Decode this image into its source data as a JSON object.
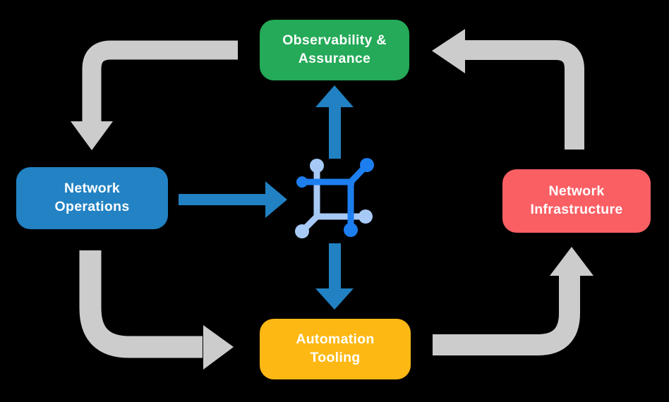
{
  "canvas": {
    "background": "#000000"
  },
  "nodes": {
    "observability": {
      "line1": "Observability &",
      "line2": "Assurance",
      "color": "#24aa58"
    },
    "operations": {
      "line1": "Network",
      "line2": "Operations",
      "color": "#2282c3"
    },
    "infrastructure": {
      "line1": "Network",
      "line2": "Infrastructure",
      "color": "#fa5f64"
    },
    "automation": {
      "line1": "Automation",
      "line2": "Tooling",
      "color": "#fdb813"
    }
  },
  "icons": {
    "center": "network-mesh-icon"
  },
  "colors": {
    "flow_arrow": "#2181c2",
    "cycle_arrow": "#cccccc",
    "icon_dark_blue": "#1d7ef0",
    "icon_light_blue": "#a7c9f5",
    "text": "#ffffff"
  }
}
